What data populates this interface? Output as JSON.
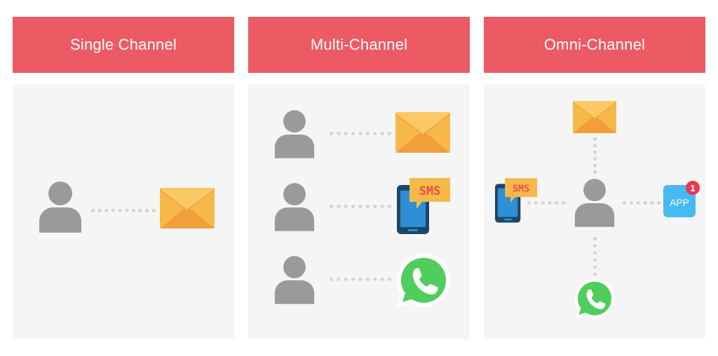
{
  "colors": {
    "accent": "#ec5a63",
    "panel_bg": "#f5f5f5",
    "person": "#9a9a9a",
    "envelope": "#f7b84a",
    "envelope_dark": "#f29e3b",
    "phone": "#1d4766",
    "phone_screen": "#2e8fd6",
    "sms_bubble": "#f7b84a",
    "sms_text": "#e2504a",
    "whatsapp": "#4fce5d",
    "app_tile": "#47b9f3",
    "badge": "#e8384f"
  },
  "panels": [
    {
      "title": "Single Channel"
    },
    {
      "title": "Multi-Channel"
    },
    {
      "title": "Omni-Channel"
    }
  ],
  "icons": {
    "person": "person-icon",
    "email": "envelope-icon",
    "sms": "sms-phone-icon",
    "whatsapp": "whatsapp-icon",
    "app": "app-notification-icon"
  },
  "labels": {
    "sms": "SMS",
    "app": "APP",
    "badge_count": "1"
  }
}
